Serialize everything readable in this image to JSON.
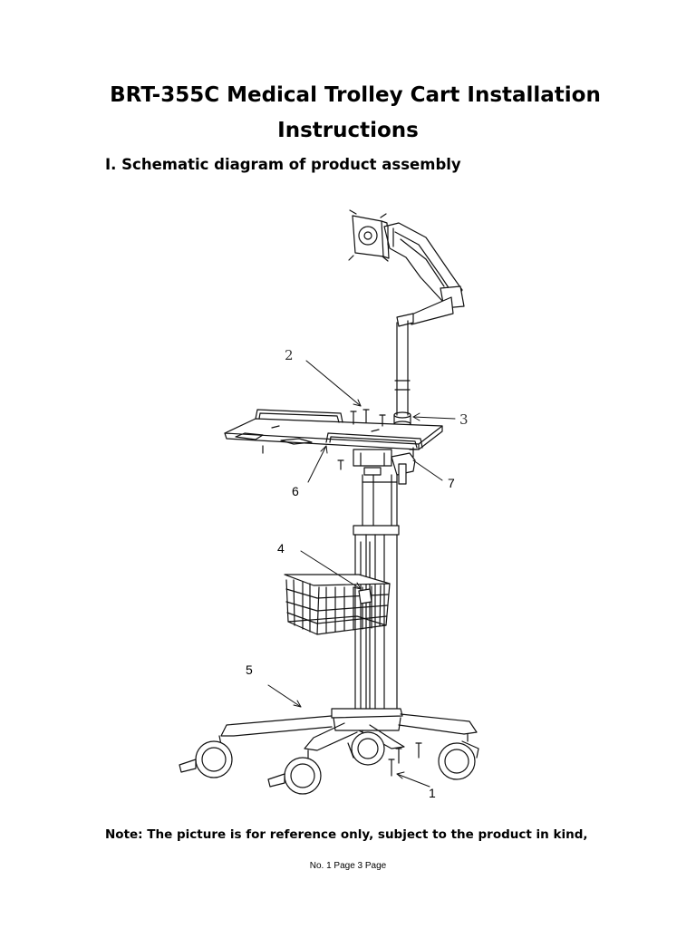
{
  "document": {
    "title_line1": "BRT-355C Medical Trolley Cart Installation",
    "title_line2": "Instructions",
    "section_heading": "I. Schematic diagram of product assembly",
    "note": "Note: The picture is for reference only, subject to the product in kind,",
    "footer": "No.  1 Page  3 Page"
  },
  "diagram": {
    "callouts": [
      "1",
      "2",
      "3",
      "4",
      "5",
      "6",
      "7"
    ]
  }
}
